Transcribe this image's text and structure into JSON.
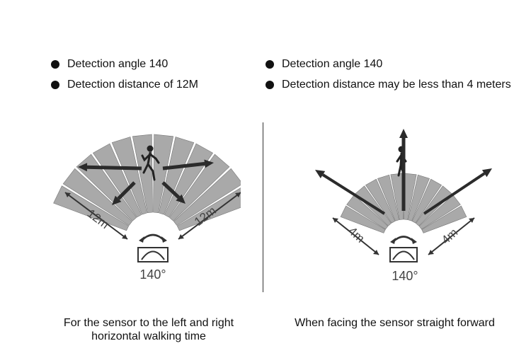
{
  "left": {
    "bullets": [
      "Detection angle 140",
      "Detection distance of 12M"
    ],
    "distance_label_left": "12m",
    "distance_label_right": "12m",
    "angle_label": "140°",
    "caption_line1": "For the sensor to the left and right",
    "caption_line2": "horizontal walking time"
  },
  "right": {
    "bullets": [
      "Detection angle 140",
      "Detection distance may be less than 4 meters"
    ],
    "distance_label_left": "4m",
    "distance_label_right": "4m",
    "angle_label": "140°",
    "caption": "When facing the sensor straight forward"
  },
  "icons": {
    "person": "walking-person-icon",
    "sensor": "pir-sensor-icon"
  },
  "colors": {
    "sector_fill": "#a9a9a9",
    "sector_stroke": "#ffffff",
    "arrow": "#2b2b2b"
  }
}
